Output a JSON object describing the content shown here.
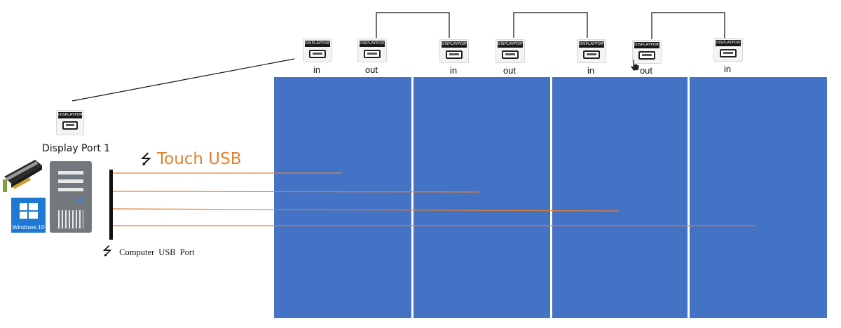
{
  "computer": {
    "display_port_label": "Display Port 1",
    "os_logo_text": "Windows 10",
    "usb_port_label": "Computer  USB  Port"
  },
  "touch": {
    "label": "Touch USB"
  },
  "usb_icon": "usb-icon",
  "displayport_icon_text": "DISPLAYPORT",
  "ports": [
    {
      "label": "in"
    },
    {
      "label": "out"
    },
    {
      "label": "in"
    },
    {
      "label": "out"
    },
    {
      "label": "in"
    },
    {
      "label": "out"
    },
    {
      "label": "in"
    }
  ],
  "colors": {
    "panel": "#4472c4",
    "touch_wire": "#e4802e",
    "touch_label": "#e4802e",
    "windows": "#1f79d3"
  }
}
